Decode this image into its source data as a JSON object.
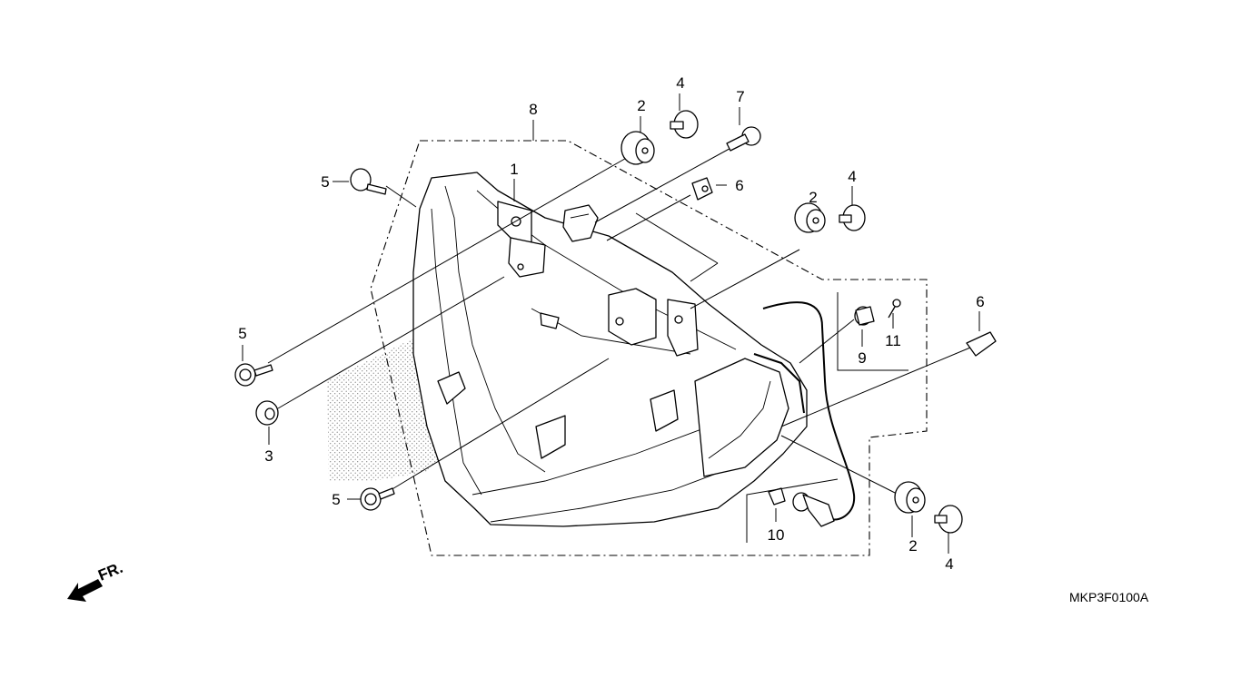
{
  "diagram": {
    "part_code": "MKP3F0100A",
    "front_label": "FR.",
    "callouts": {
      "c1": "1",
      "c2a": "2",
      "c2b": "2",
      "c2c": "2",
      "c3": "3",
      "c4a": "4",
      "c4b": "4",
      "c4c": "4",
      "c5a": "5",
      "c5b": "5",
      "c5c": "5",
      "c6a": "6",
      "c6b": "6",
      "c7": "7",
      "c8": "8",
      "c9": "9",
      "c10": "10",
      "c11": "11"
    }
  }
}
